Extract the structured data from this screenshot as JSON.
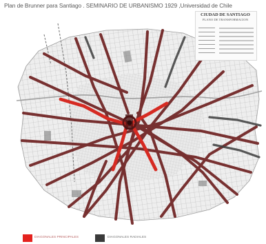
{
  "title": "Plan de Brunner para Santiago . SEMINARIO DE URBANISMO 1929 ,Universidad de Chile",
  "plan_legend": {
    "heading": "CIUDAD DE SANTIAGO",
    "subheading": "PLANO DE TRANSFORMACION"
  },
  "map_legend": [
    {
      "label": "DIAGONALES PRINCIPALES",
      "color": "#e4221e"
    },
    {
      "label": "DIAGONALES RADIALES",
      "color": "#3a3a3a"
    }
  ],
  "colors": {
    "principal_diagonal": "#d62a22",
    "radial_avenue": "#6e2121",
    "dark_axis": "#3c3c3c",
    "street_grid": "#b9b9b9",
    "paper": "#f3f3f3"
  }
}
